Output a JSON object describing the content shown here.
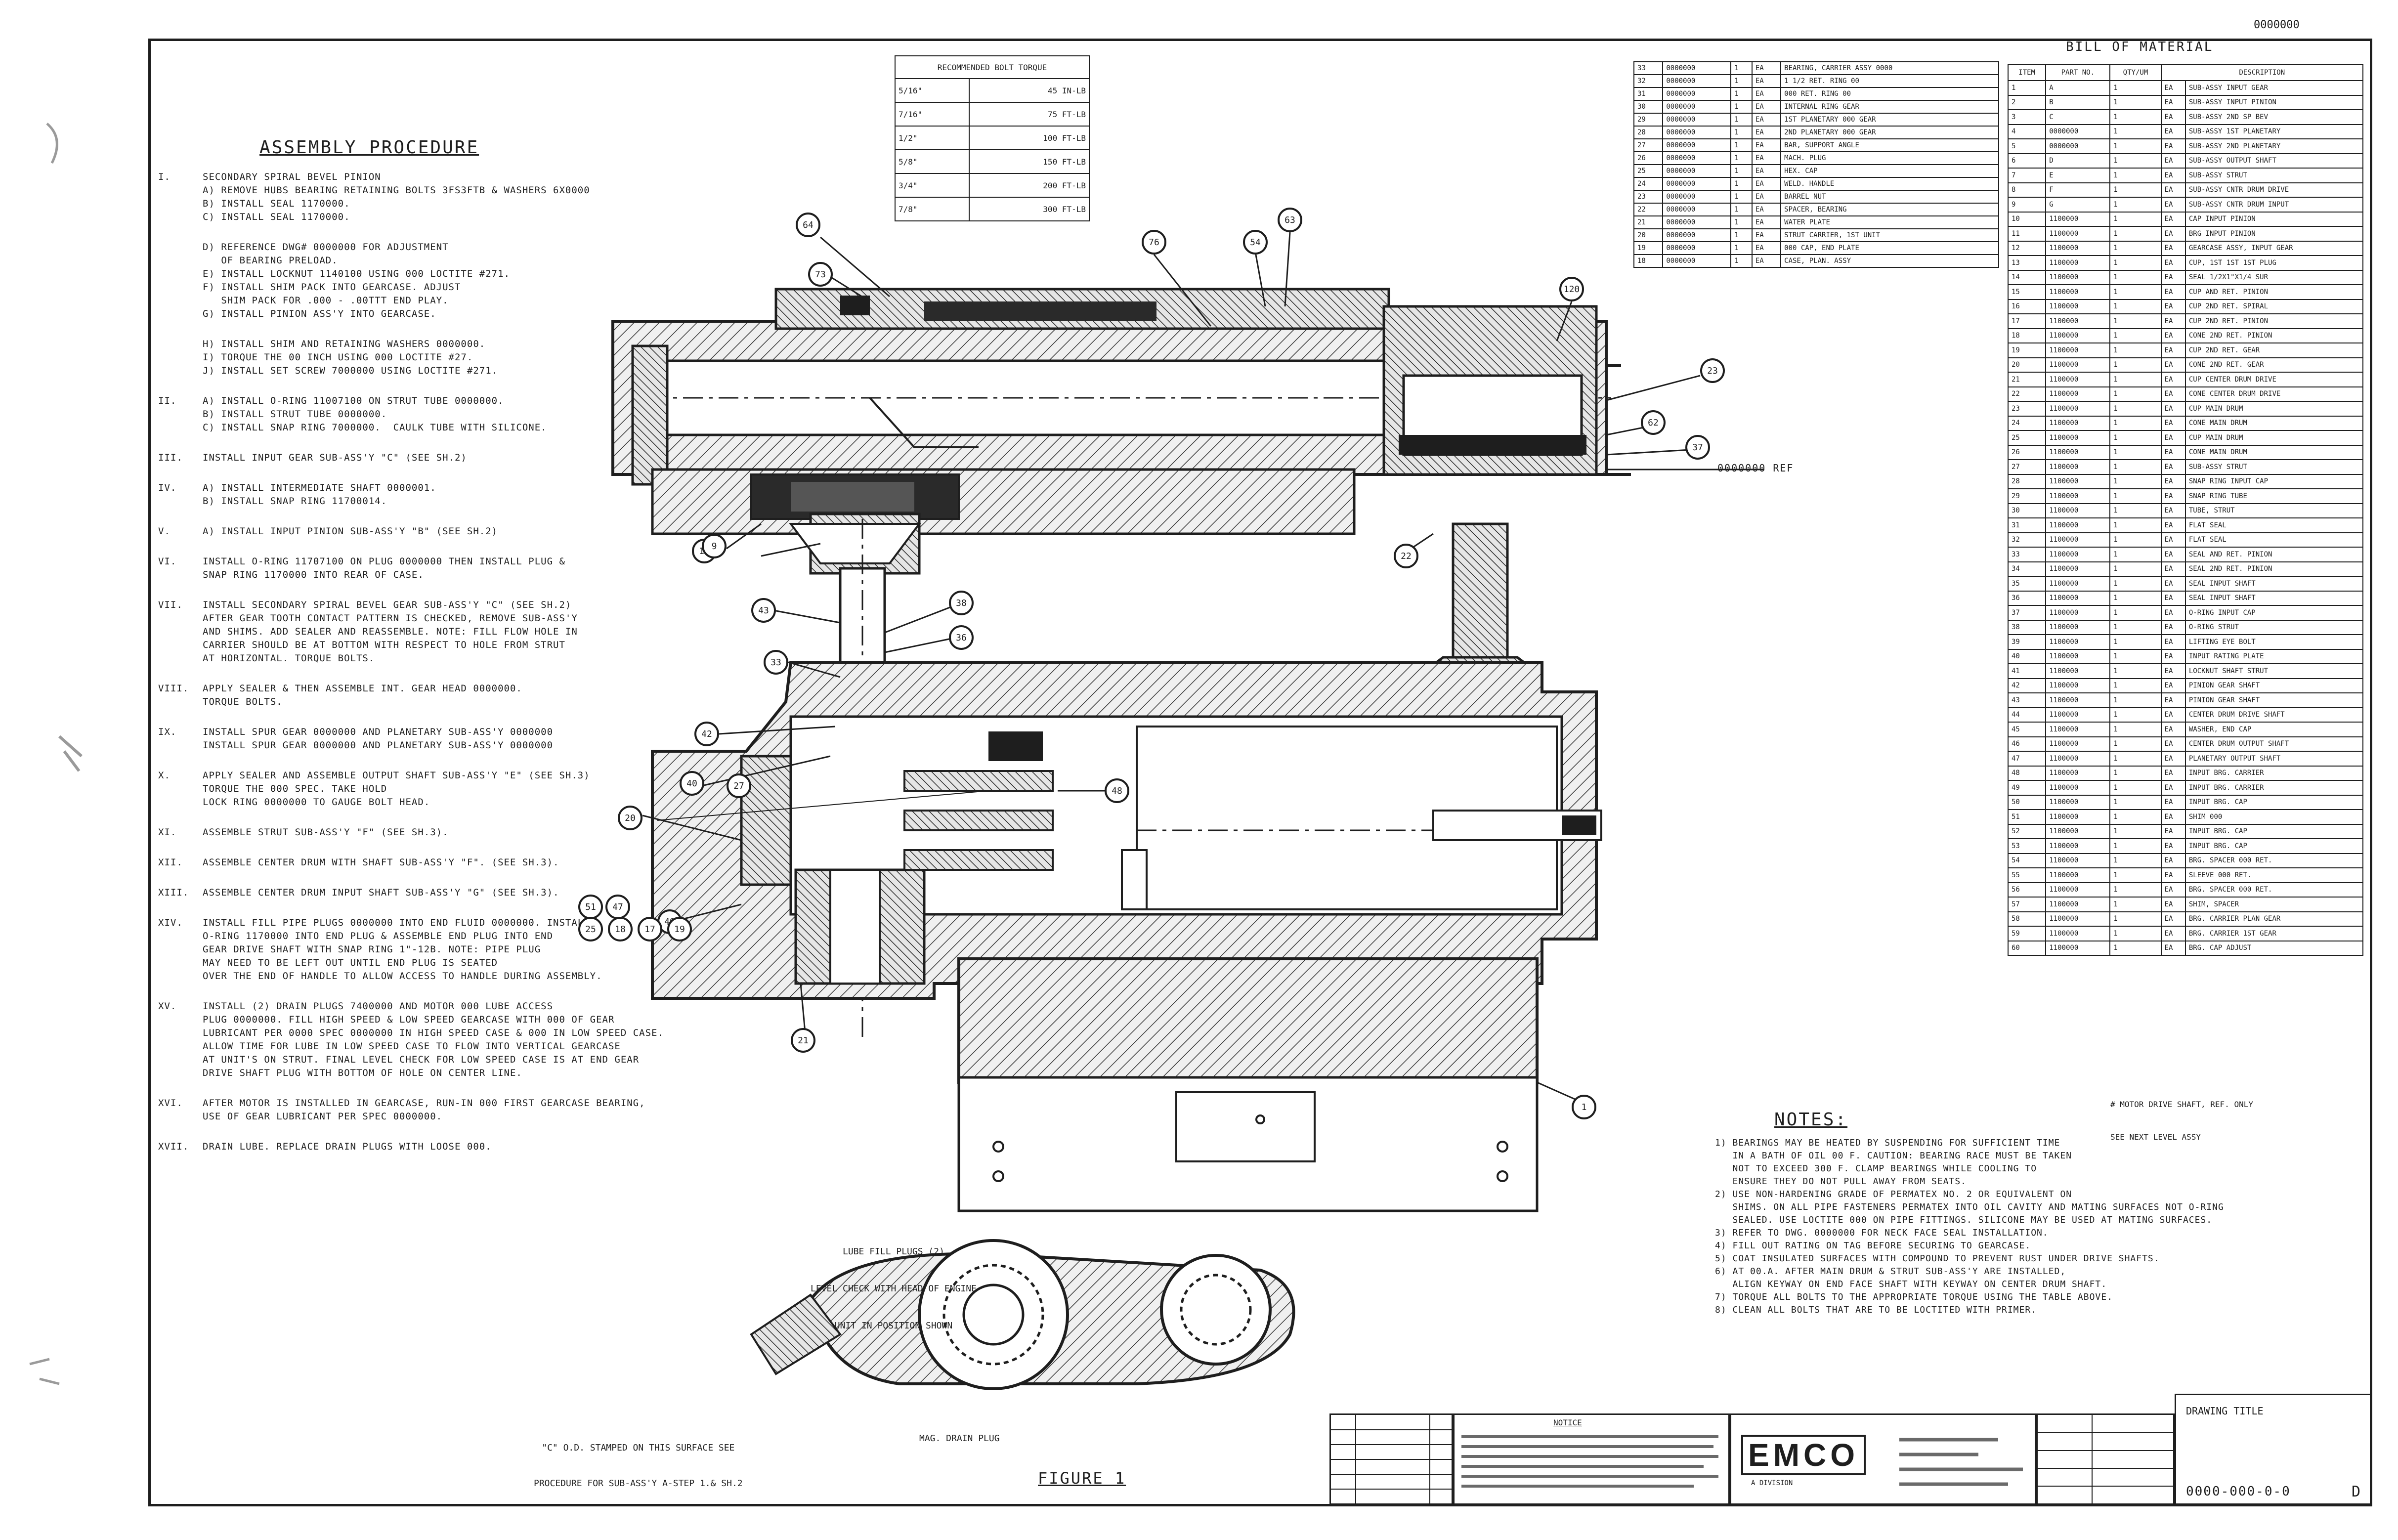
{
  "corner_stamp": "0000000",
  "procedure": {
    "title": "ASSEMBLY PROCEDURE",
    "steps": [
      {
        "n": "I.",
        "lines": [
          "SECONDARY SPIRAL BEVEL PINION",
          "A) REMOVE HUBS BEARING RETAINING BOLTS 3FS3FTB & WASHERS 6X0000",
          "B) INSTALL SEAL 1170000.",
          "C) INSTALL SEAL 1170000."
        ]
      },
      {
        "n": "",
        "lines": [
          "D) REFERENCE DWG# 0000000 FOR ADJUSTMENT",
          "   OF BEARING PRELOAD.",
          "E) INSTALL LOCKNUT 1140100 USING 000 LOCTITE #271.",
          "F) INSTALL SHIM PACK INTO GEARCASE. ADJUST",
          "   SHIM PACK FOR .000 - .00TTT END PLAY.",
          "G) INSTALL PINION ASS'Y INTO GEARCASE."
        ]
      },
      {
        "n": "",
        "lines": [
          "H) INSTALL SHIM AND RETAINING WASHERS 0000000.",
          "I) TORQUE THE 00 INCH USING 000 LOCTITE #27.",
          "J) INSTALL SET SCREW 7000000 USING LOCTITE #271."
        ]
      },
      {
        "n": "II.",
        "lines": [
          "A) INSTALL O-RING 11007100 ON STRUT TUBE 0000000.",
          "B) INSTALL STRUT TUBE 0000000.",
          "C) INSTALL SNAP RING 7000000.  CAULK TUBE WITH SILICONE."
        ]
      },
      {
        "n": "III.",
        "lines": [
          "INSTALL INPUT GEAR SUB-ASS'Y \"C\" (SEE SH.2)"
        ]
      },
      {
        "n": "IV.",
        "lines": [
          "A) INSTALL INTERMEDIATE SHAFT 0000001.",
          "B) INSTALL SNAP RING 11700014."
        ]
      },
      {
        "n": "V.",
        "lines": [
          "A) INSTALL INPUT PINION SUB-ASS'Y \"B\" (SEE SH.2)"
        ]
      },
      {
        "n": "VI.",
        "lines": [
          "INSTALL O-RING 11707100 ON PLUG 0000000 THEN INSTALL PLUG &",
          "SNAP RING 1170000 INTO REAR OF CASE."
        ]
      },
      {
        "n": "VII.",
        "lines": [
          "INSTALL SECONDARY SPIRAL BEVEL GEAR SUB-ASS'Y \"C\" (SEE SH.2)",
          "AFTER GEAR TOOTH CONTACT PATTERN IS CHECKED, REMOVE SUB-ASS'Y",
          "AND SHIMS. ADD SEALER AND REASSEMBLE. NOTE: FILL FLOW HOLE IN",
          "CARRIER SHOULD BE AT BOTTOM WITH RESPECT TO HOLE FROM STRUT",
          "AT HORIZONTAL. TORQUE BOLTS."
        ]
      },
      {
        "n": "VIII.",
        "lines": [
          "APPLY SEALER & THEN ASSEMBLE INT. GEAR HEAD 0000000.",
          "TORQUE BOLTS."
        ]
      },
      {
        "n": "IX.",
        "lines": [
          "INSTALL SPUR GEAR 0000000 AND PLANETARY SUB-ASS'Y 0000000",
          "INSTALL SPUR GEAR 0000000 AND PLANETARY SUB-ASS'Y 0000000"
        ]
      },
      {
        "n": "X.",
        "lines": [
          "APPLY SEALER AND ASSEMBLE OUTPUT SHAFT SUB-ASS'Y \"E\" (SEE SH.3)",
          "TORQUE THE 000 SPEC. TAKE HOLD",
          "LOCK RING 0000000 TO GAUGE BOLT HEAD."
        ]
      },
      {
        "n": "XI.",
        "lines": [
          "ASSEMBLE STRUT SUB-ASS'Y \"F\" (SEE SH.3)."
        ]
      },
      {
        "n": "XII.",
        "lines": [
          "ASSEMBLE CENTER DRUM WITH SHAFT SUB-ASS'Y \"F\". (SEE SH.3)."
        ]
      },
      {
        "n": "XIII.",
        "lines": [
          "ASSEMBLE CENTER DRUM INPUT SHAFT SUB-ASS'Y \"G\" (SEE SH.3)."
        ]
      },
      {
        "n": "XIV.",
        "lines": [
          "INSTALL FILL PIPE PLUGS 0000000 INTO END FLUID 0000000. INSTALL",
          "O-RING 1170000 INTO END PLUG & ASSEMBLE END PLUG INTO END",
          "GEAR DRIVE SHAFT WITH SNAP RING 1\"-12B. NOTE: PIPE PLUG",
          "MAY NEED TO BE LEFT OUT UNTIL END PLUG IS SEATED",
          "OVER THE END OF HANDLE TO ALLOW ACCESS TO HANDLE DURING ASSEMBLY."
        ]
      },
      {
        "n": "XV.",
        "lines": [
          "INSTALL (2) DRAIN PLUGS 7400000 AND MOTOR 000 LUBE ACCESS",
          "PLUG 0000000. FILL HIGH SPEED & LOW SPEED GEARCASE WITH 000 OF GEAR",
          "LUBRICANT PER 0000 SPEC 0000000 IN HIGH SPEED CASE & 000 IN LOW SPEED CASE.",
          "ALLOW TIME FOR LUBE IN LOW SPEED CASE TO FLOW INTO VERTICAL GEARCASE",
          "AT UNIT'S ON STRUT. FINAL LEVEL CHECK FOR LOW SPEED CASE IS AT END GEAR",
          "DRIVE SHAFT PLUG WITH BOTTOM OF HOLE ON CENTER LINE."
        ]
      },
      {
        "n": "XVI.",
        "lines": [
          "AFTER MOTOR IS INSTALLED IN GEARCASE, RUN-IN 000 FIRST GEARCASE BEARING,",
          "USE OF GEAR LUBRICANT PER SPEC 0000000."
        ]
      },
      {
        "n": "XVII.",
        "lines": [
          "DRAIN LUBE. REPLACE DRAIN PLUGS WITH LOOSE 000."
        ]
      }
    ]
  },
  "torque_table": {
    "header": "RECOMMENDED BOLT TORQUE",
    "rows": [
      [
        "5/16\"",
        "45 IN-LB"
      ],
      [
        "7/16\"",
        "75 FT-LB"
      ],
      [
        "1/2\"",
        "100 FT-LB"
      ],
      [
        "5/8\"",
        "150 FT-LB"
      ],
      [
        "3/4\"",
        "200 FT-LB"
      ],
      [
        "7/8\"",
        "300 FT-LB"
      ]
    ]
  },
  "bom": {
    "title": "BILL OF MATERIAL",
    "headers": [
      "ITEM",
      "PART NO.",
      "QTY/UM",
      "DESCRIPTION"
    ],
    "left_block": [
      [
        "33",
        "0000000",
        "1",
        "EA",
        "BEARING, CARRIER ASSY 0000"
      ],
      [
        "32",
        "0000000",
        "1",
        "EA",
        "1 1/2 RET. RING 00"
      ],
      [
        "31",
        "0000000",
        "1",
        "EA",
        "000 RET. RING 00"
      ],
      [
        "30",
        "0000000",
        "1",
        "EA",
        "INTERNAL RING GEAR"
      ],
      [
        "29",
        "0000000",
        "1",
        "EA",
        "1ST PLANETARY 000 GEAR"
      ],
      [
        "28",
        "0000000",
        "1",
        "EA",
        "2ND PLANETARY 000 GEAR"
      ],
      [
        "27",
        "0000000",
        "1",
        "EA",
        "BAR, SUPPORT ANGLE"
      ],
      [
        "26",
        "0000000",
        "1",
        "EA",
        "MACH. PLUG"
      ],
      [
        "25",
        "0000000",
        "1",
        "EA",
        "HEX. CAP"
      ],
      [
        "24",
        "0000000",
        "1",
        "EA",
        "WELD. HANDLE"
      ],
      [
        "23",
        "0000000",
        "1",
        "EA",
        "BARREL NUT"
      ],
      [
        "22",
        "0000000",
        "1",
        "EA",
        "SPACER, BEARING"
      ],
      [
        "21",
        "0000000",
        "1",
        "EA",
        "WATER PLATE"
      ],
      [
        "20",
        "0000000",
        "1",
        "EA",
        "STRUT CARRIER, 1ST UNIT"
      ],
      [
        "19",
        "0000000",
        "1",
        "EA",
        "000 CAP, END PLATE"
      ],
      [
        "18",
        "0000000",
        "1",
        "EA",
        "CASE, PLAN. ASSY"
      ]
    ],
    "right_block": [
      [
        "1",
        "A",
        "1",
        "EA",
        "SUB-ASSY INPUT GEAR"
      ],
      [
        "2",
        "B",
        "1",
        "EA",
        "SUB-ASSY INPUT PINION"
      ],
      [
        "3",
        "C",
        "1",
        "EA",
        "SUB-ASSY 2ND SP BEV"
      ],
      [
        "4",
        "0000000",
        "1",
        "EA",
        "SUB-ASSY 1ST PLANETARY"
      ],
      [
        "5",
        "0000000",
        "1",
        "EA",
        "SUB-ASSY 2ND PLANETARY"
      ],
      [
        "6",
        "D",
        "1",
        "EA",
        "SUB-ASSY OUTPUT SHAFT"
      ],
      [
        "7",
        "E",
        "1",
        "EA",
        "SUB-ASSY STRUT"
      ],
      [
        "8",
        "F",
        "1",
        "EA",
        "SUB-ASSY CNTR DRUM DRIVE"
      ],
      [
        "9",
        "G",
        "1",
        "EA",
        "SUB-ASSY CNTR DRUM INPUT"
      ],
      [
        "10",
        "1100000",
        "1",
        "EA",
        "CAP INPUT PINION"
      ],
      [
        "11",
        "1100000",
        "1",
        "EA",
        "BRG INPUT PINION"
      ],
      [
        "12",
        "1100000",
        "1",
        "EA",
        "GEARCASE ASSY, INPUT GEAR"
      ],
      [
        "13",
        "1100000",
        "1",
        "EA",
        "CUP, 1ST 1ST 1ST PLUG"
      ],
      [
        "14",
        "1100000",
        "1",
        "EA",
        "SEAL 1/2X1\"X1/4 SUR"
      ],
      [
        "15",
        "1100000",
        "1",
        "EA",
        "CUP AND RET. PINION"
      ],
      [
        "16",
        "1100000",
        "1",
        "EA",
        "CUP 2ND RET. SPIRAL"
      ],
      [
        "17",
        "1100000",
        "1",
        "EA",
        "CUP 2ND RET. PINION"
      ],
      [
        "18",
        "1100000",
        "1",
        "EA",
        "CONE 2ND RET. PINION"
      ],
      [
        "19",
        "1100000",
        "1",
        "EA",
        "CUP 2ND RET. GEAR"
      ],
      [
        "20",
        "1100000",
        "1",
        "EA",
        "CONE 2ND RET. GEAR"
      ],
      [
        "21",
        "1100000",
        "1",
        "EA",
        "CUP CENTER DRUM DRIVE"
      ],
      [
        "22",
        "1100000",
        "1",
        "EA",
        "CONE CENTER DRUM DRIVE"
      ],
      [
        "23",
        "1100000",
        "1",
        "EA",
        "CUP MAIN DRUM"
      ],
      [
        "24",
        "1100000",
        "1",
        "EA",
        "CONE MAIN DRUM"
      ],
      [
        "25",
        "1100000",
        "1",
        "EA",
        "CUP MAIN DRUM"
      ],
      [
        "26",
        "1100000",
        "1",
        "EA",
        "CONE MAIN DRUM"
      ],
      [
        "27",
        "1100000",
        "1",
        "EA",
        "SUB-ASSY STRUT"
      ],
      [
        "28",
        "1100000",
        "1",
        "EA",
        "SNAP RING INPUT CAP"
      ],
      [
        "29",
        "1100000",
        "1",
        "EA",
        "SNAP RING TUBE"
      ],
      [
        "30",
        "1100000",
        "1",
        "EA",
        "TUBE, STRUT"
      ],
      [
        "31",
        "1100000",
        "1",
        "EA",
        "FLAT SEAL"
      ],
      [
        "32",
        "1100000",
        "1",
        "EA",
        "FLAT SEAL"
      ],
      [
        "33",
        "1100000",
        "1",
        "EA",
        "SEAL AND RET. PINION"
      ],
      [
        "34",
        "1100000",
        "1",
        "EA",
        "SEAL 2ND RET. PINION"
      ],
      [
        "35",
        "1100000",
        "1",
        "EA",
        "SEAL INPUT SHAFT"
      ],
      [
        "36",
        "1100000",
        "1",
        "EA",
        "SEAL INPUT SHAFT"
      ],
      [
        "37",
        "1100000",
        "1",
        "EA",
        "O-RING INPUT CAP"
      ],
      [
        "38",
        "1100000",
        "1",
        "EA",
        "O-RING STRUT"
      ],
      [
        "39",
        "1100000",
        "1",
        "EA",
        "LIFTING EYE BOLT"
      ],
      [
        "40",
        "1100000",
        "1",
        "EA",
        "INPUT RATING PLATE"
      ],
      [
        "41",
        "1100000",
        "1",
        "EA",
        "LOCKNUT SHAFT STRUT"
      ],
      [
        "42",
        "1100000",
        "1",
        "EA",
        "PINION GEAR SHAFT"
      ],
      [
        "43",
        "1100000",
        "1",
        "EA",
        "PINION GEAR SHAFT"
      ],
      [
        "44",
        "1100000",
        "1",
        "EA",
        "CENTER DRUM DRIVE SHAFT"
      ],
      [
        "45",
        "1100000",
        "1",
        "EA",
        "WASHER, END CAP"
      ],
      [
        "46",
        "1100000",
        "1",
        "EA",
        "CENTER DRUM OUTPUT SHAFT"
      ],
      [
        "47",
        "1100000",
        "1",
        "EA",
        "PLANETARY OUTPUT SHAFT"
      ],
      [
        "48",
        "1100000",
        "1",
        "EA",
        "INPUT BRG. CARRIER"
      ],
      [
        "49",
        "1100000",
        "1",
        "EA",
        "INPUT BRG. CARRIER"
      ],
      [
        "50",
        "1100000",
        "1",
        "EA",
        "INPUT BRG. CAP"
      ],
      [
        "51",
        "1100000",
        "1",
        "EA",
        "SHIM 000"
      ],
      [
        "52",
        "1100000",
        "1",
        "EA",
        "INPUT BRG. CAP"
      ],
      [
        "53",
        "1100000",
        "1",
        "EA",
        "INPUT BRG. CAP"
      ],
      [
        "54",
        "1100000",
        "1",
        "EA",
        "BRG. SPACER 000 RET."
      ],
      [
        "55",
        "1100000",
        "1",
        "EA",
        "SLEEVE 000 RET."
      ],
      [
        "56",
        "1100000",
        "1",
        "EA",
        "BRG. SPACER 000 RET."
      ],
      [
        "57",
        "1100000",
        "1",
        "EA",
        "SHIM, SPACER"
      ],
      [
        "58",
        "1100000",
        "1",
        "EA",
        "BRG. CARRIER PLAN GEAR"
      ],
      [
        "59",
        "1100000",
        "1",
        "EA",
        "BRG. CARRIER 1ST GEAR"
      ],
      [
        "60",
        "1100000",
        "1",
        "EA",
        "BRG. CAP ADJUST"
      ]
    ],
    "footnote": [
      "# MOTOR DRIVE SHAFT, REF. ONLY",
      "SEE NEXT LEVEL ASSY"
    ]
  },
  "notes": {
    "title": "NOTES:",
    "lines": [
      "1) BEARINGS MAY BE HEATED BY SUSPENDING FOR SUFFICIENT TIME",
      "   IN A BATH OF OIL 00 F. CAUTION: BEARING RACE MUST BE TAKEN",
      "   NOT TO EXCEED 300 F. CLAMP BEARINGS WHILE COOLING TO",
      "   ENSURE THEY DO NOT PULL AWAY FROM SEATS.",
      "2) USE NON-HARDENING GRADE OF PERMATEX NO. 2 OR EQUIVALENT ON",
      "   SHIMS. ON ALL PIPE FASTENERS PERMATEX INTO OIL CAVITY AND MATING SURFACES NOT O-RING",
      "   SEALED. USE LOCTITE 000 ON PIPE FITTINGS. SILICONE MAY BE USED AT MATING SURFACES.",
      "3) REFER TO DWG. 0000000 FOR NECK FACE SEAL INSTALLATION.",
      "4) FILL OUT RATING ON TAG BEFORE SECURING TO GEARCASE.",
      "5) COAT INSULATED SURFACES WITH COMPOUND TO PREVENT RUST UNDER DRIVE SHAFTS.",
      "6) AT 00.A. AFTER MAIN DRUM & STRUT SUB-ASS'Y ARE INSTALLED,",
      "   ALIGN KEYWAY ON END FACE SHAFT WITH KEYWAY ON CENTER DRUM SHAFT.",
      "7) TORQUE ALL BOLTS TO THE APPROPRIATE TORQUE USING THE TABLE ABOVE.",
      "8) CLEAN ALL BOLTS THAT ARE TO BE LOCTITED WITH PRIMER."
    ]
  },
  "lube_note": [
    "LUBE FILL PLUGS (2)",
    "LEVEL CHECK WITH HEAD OF ENGINE",
    "UNIT IN POSITION SHOWN"
  ],
  "stamp_note": [
    "\"C\" O.D. STAMPED ON THIS SURFACE SEE",
    "PROCEDURE FOR SUB-ASS'Y A-STEP 1.& SH.2"
  ],
  "mag_note": "MAG. DRAIN PLUG",
  "figure_label": "FIGURE 1",
  "ref_label": "0000000 REF",
  "callouts": [
    "64",
    "73",
    "76",
    "54",
    "63",
    "120",
    "23",
    "62",
    "37",
    "13",
    "43",
    "38",
    "36",
    "33",
    "42",
    "40",
    "20",
    "51",
    "47",
    "49",
    "48",
    "21",
    "1",
    "22",
    "9",
    "25",
    "18",
    "17",
    "19",
    "27"
  ],
  "title_block": {
    "company": "EMCO",
    "company_sub": "A DIVISION",
    "notice_title": "NOTICE",
    "sheet_title": "DRAWING TITLE",
    "dwg_no": "0000-000-0-0",
    "rev": "D"
  }
}
